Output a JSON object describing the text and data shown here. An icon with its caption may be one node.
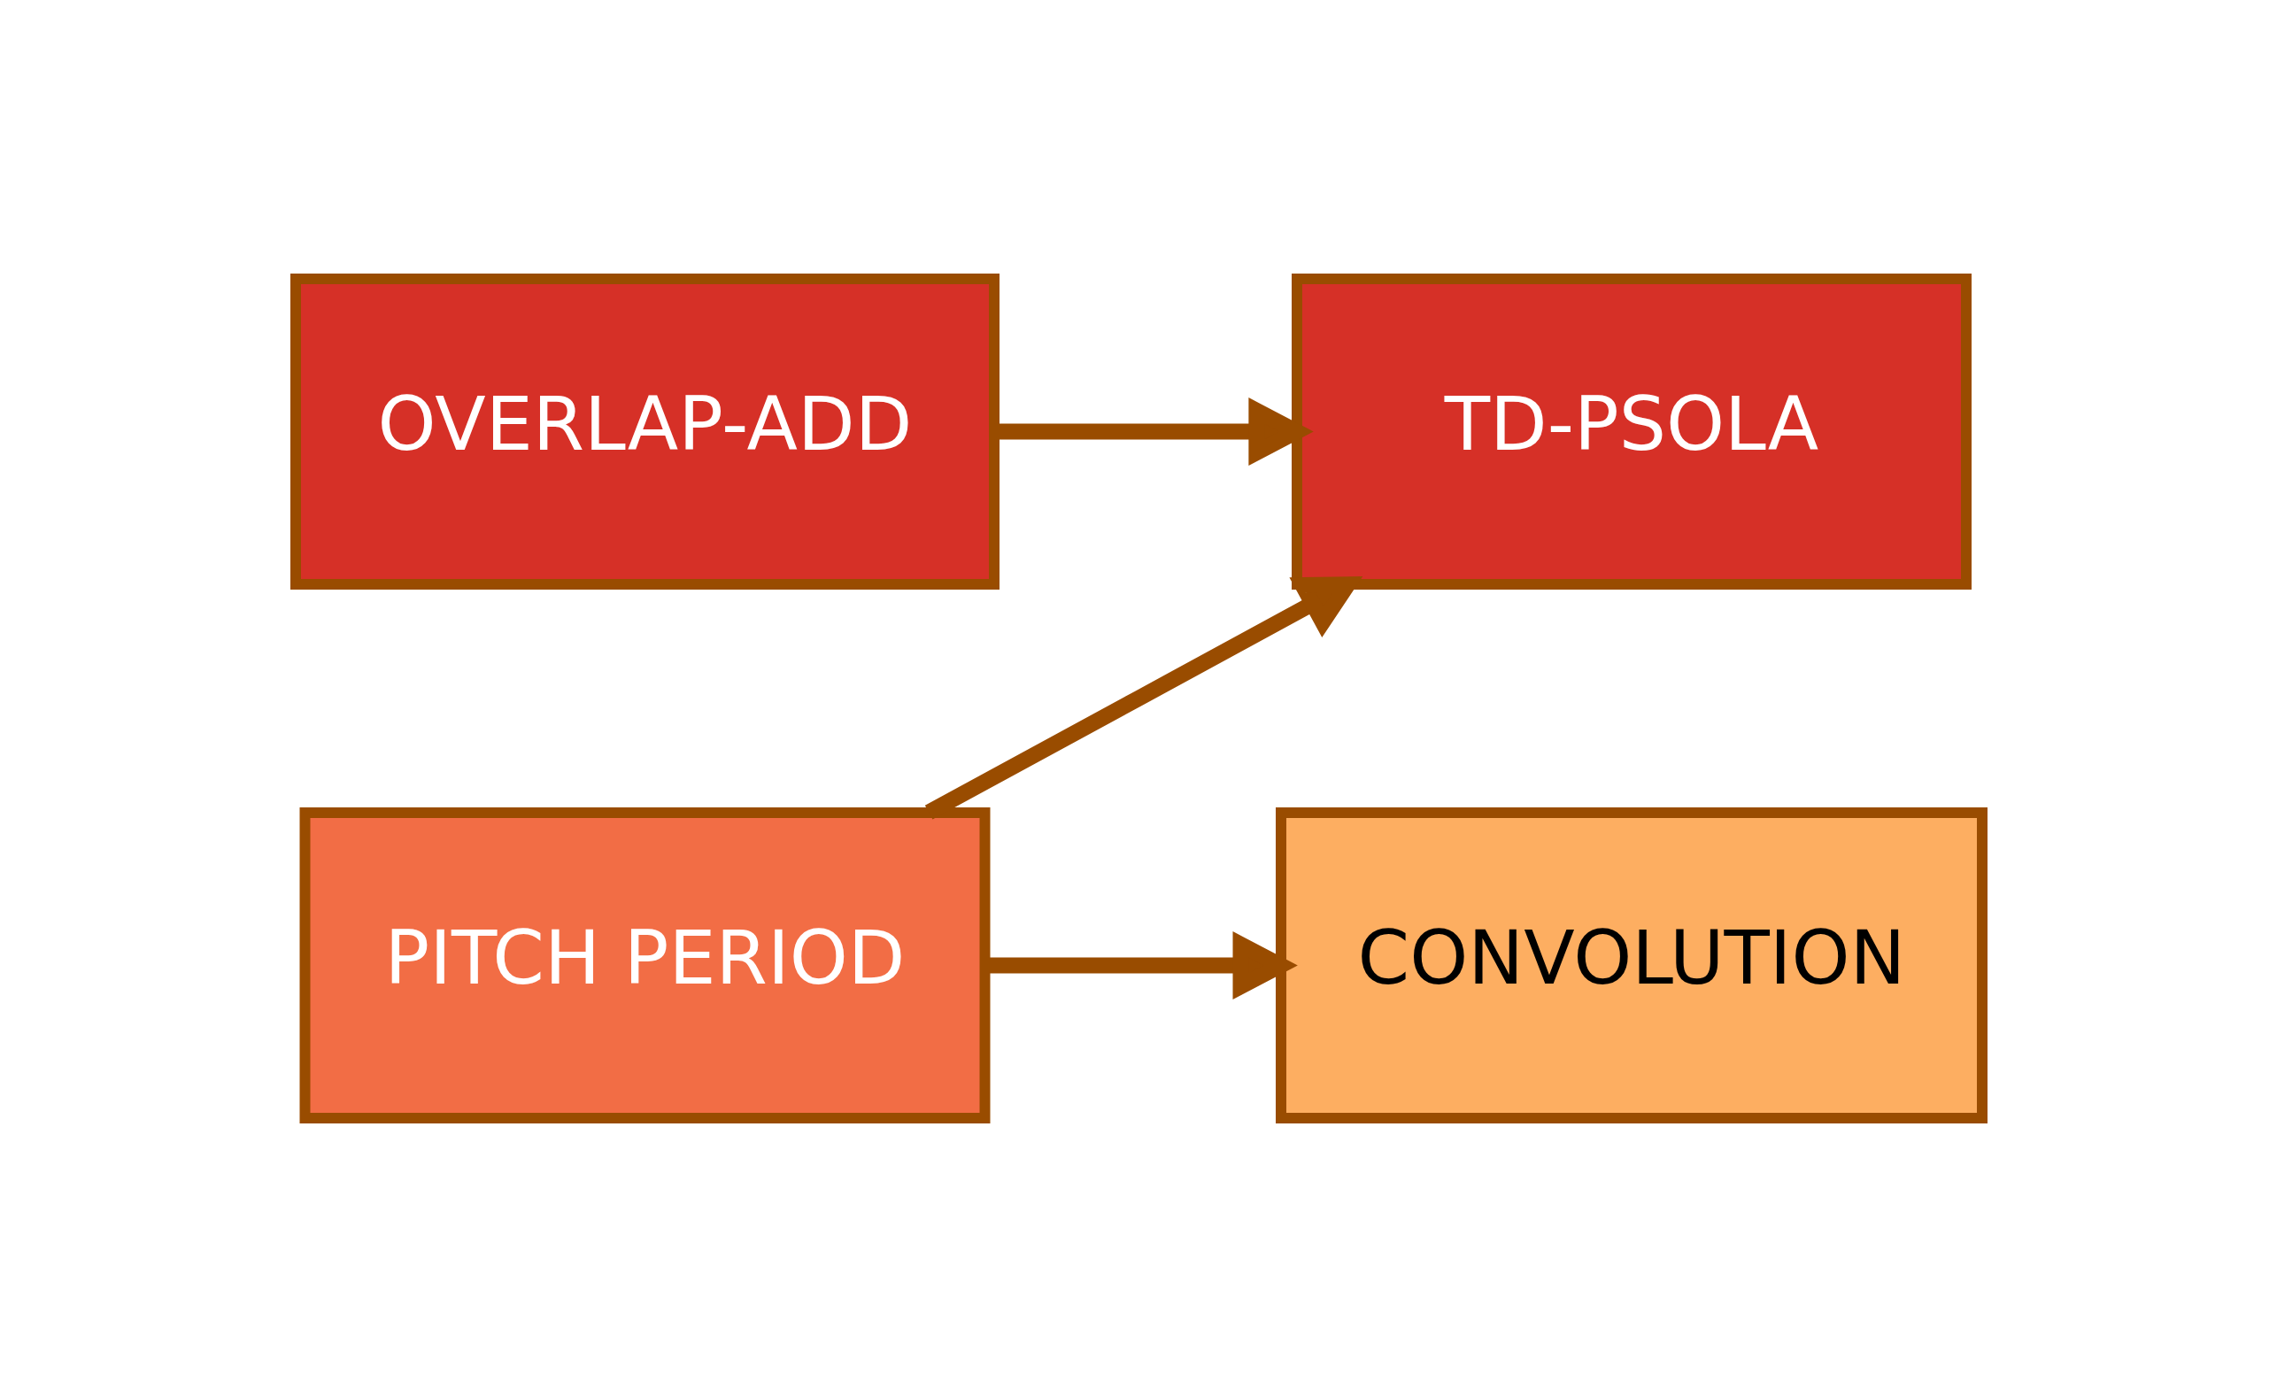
{
  "diagram": {
    "nodes": [
      {
        "text": [
          "PITCH PERIOD"
        ]
      },
      {
        "text": [
          "TD-PSOLA"
        ]
      },
      {
        "text": [
          "CONVOLUTION"
        ]
      },
      {
        "text": [
          "OVERLAP-ADD"
        ]
      }
    ],
    "edges": [
      {
        "from": 0,
        "to": 1,
        "arrow": "to"
      },
      {
        "from": 0,
        "to": 2,
        "arrow": "to"
      },
      {
        "from": 3,
        "to": 1,
        "arrow": "to"
      }
    ]
  }
}
